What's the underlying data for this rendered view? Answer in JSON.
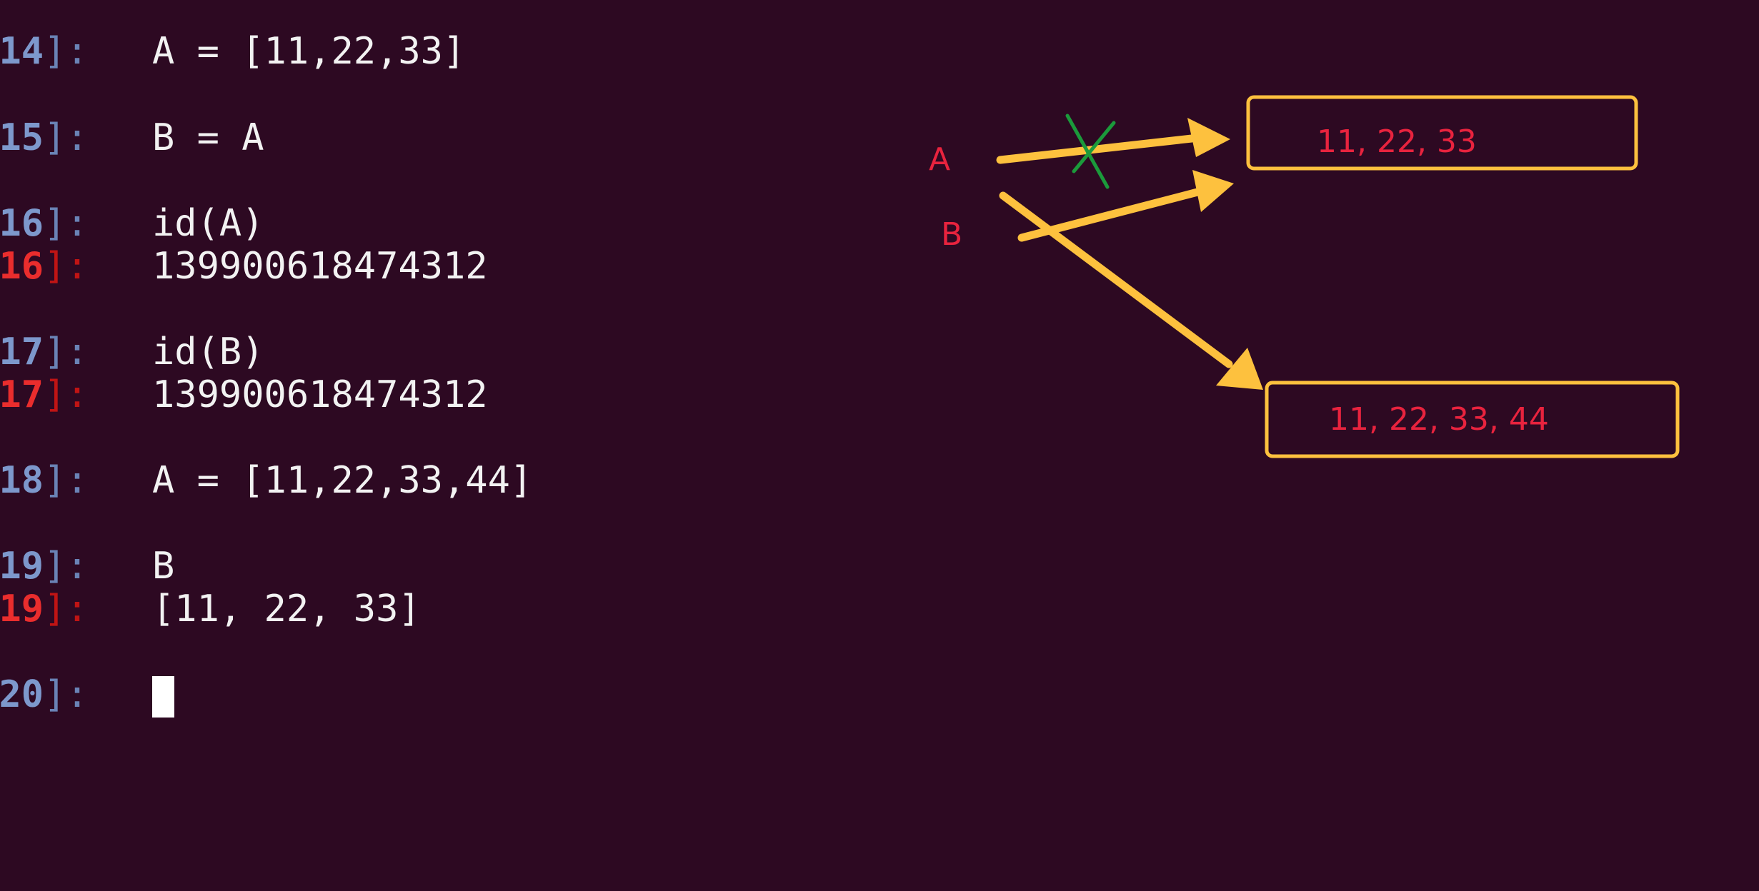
{
  "cells": [
    {
      "kind": "in",
      "pre": "",
      "num": "14",
      "code": "A = [11,22,33]"
    },
    {
      "kind": "in",
      "pre": "",
      "num": "15",
      "code": "B = A"
    },
    {
      "kind": "in",
      "pre": "",
      "num": "16",
      "code": "id(A)"
    },
    {
      "kind": "out",
      "pre": "t",
      "num": "16",
      "code": "139900618474312"
    },
    {
      "kind": "in",
      "pre": "",
      "num": "17",
      "code": "id(B)"
    },
    {
      "kind": "out",
      "pre": "t",
      "num": "17",
      "code": "139900618474312"
    },
    {
      "kind": "in",
      "pre": "",
      "num": "18",
      "code": "A = [11,22,33,44]"
    },
    {
      "kind": "in",
      "pre": "",
      "num": "19",
      "code": "B"
    },
    {
      "kind": "out",
      "pre": "t",
      "num": "19",
      "code": "[11, 22, 33]"
    },
    {
      "kind": "in",
      "pre": "",
      "num": "20",
      "code": ""
    }
  ],
  "prompt": {
    "open": "[",
    "close": "]: "
  },
  "annotation": {
    "label_a": "A",
    "label_b": "B",
    "box1_text": "11,  22,  33",
    "box2_text": "11,  22,  33,  44",
    "colors": {
      "arrow": "#fdc13e",
      "box_border": "#fdc13e",
      "text": "#e8233e",
      "cross": "#1b9a3b"
    }
  },
  "theme": {
    "background": "#2d0922",
    "code_color": "#f2f2f2",
    "in_prompt_color": "#7d98cc",
    "out_prompt_color": "#ea2d2d"
  }
}
